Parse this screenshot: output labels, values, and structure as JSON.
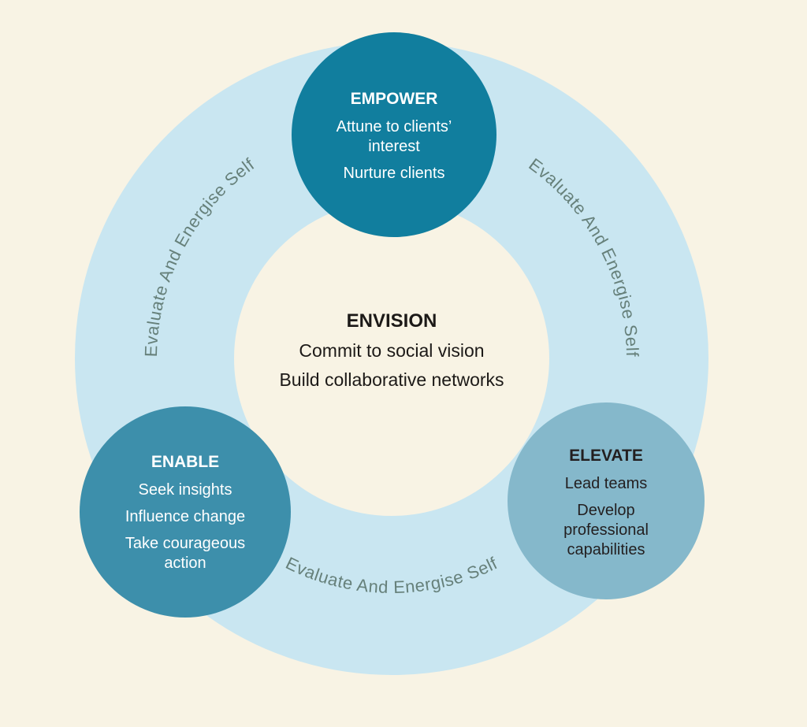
{
  "diagram": {
    "background_color": "#f8f3e4",
    "ring": {
      "color": "#c9e6f1",
      "label": "Evaluate And Energise Self",
      "label_color": "#66807a"
    },
    "center": {
      "title": "ENVISION",
      "line1": "Commit to social vision",
      "line2": "Build collaborative networks",
      "text_color": "#1c1917"
    },
    "nodes": {
      "empower": {
        "title": "EMPOWER",
        "line1": "Attune to clients’ interest",
        "line2": "Nurture clients",
        "color": "#117e9e",
        "text_color": "#ffffff"
      },
      "enable": {
        "title": "ENABLE",
        "line1": "Seek insights",
        "line2": "Influence change",
        "line3": "Take courageous action",
        "color": "#3d8fab",
        "text_color": "#ffffff"
      },
      "elevate": {
        "title": "ELEVATE",
        "line1": "Lead teams",
        "line2": "Develop professional capabilities",
        "color": "#85b8cb",
        "text_color": "#231f20"
      }
    }
  }
}
